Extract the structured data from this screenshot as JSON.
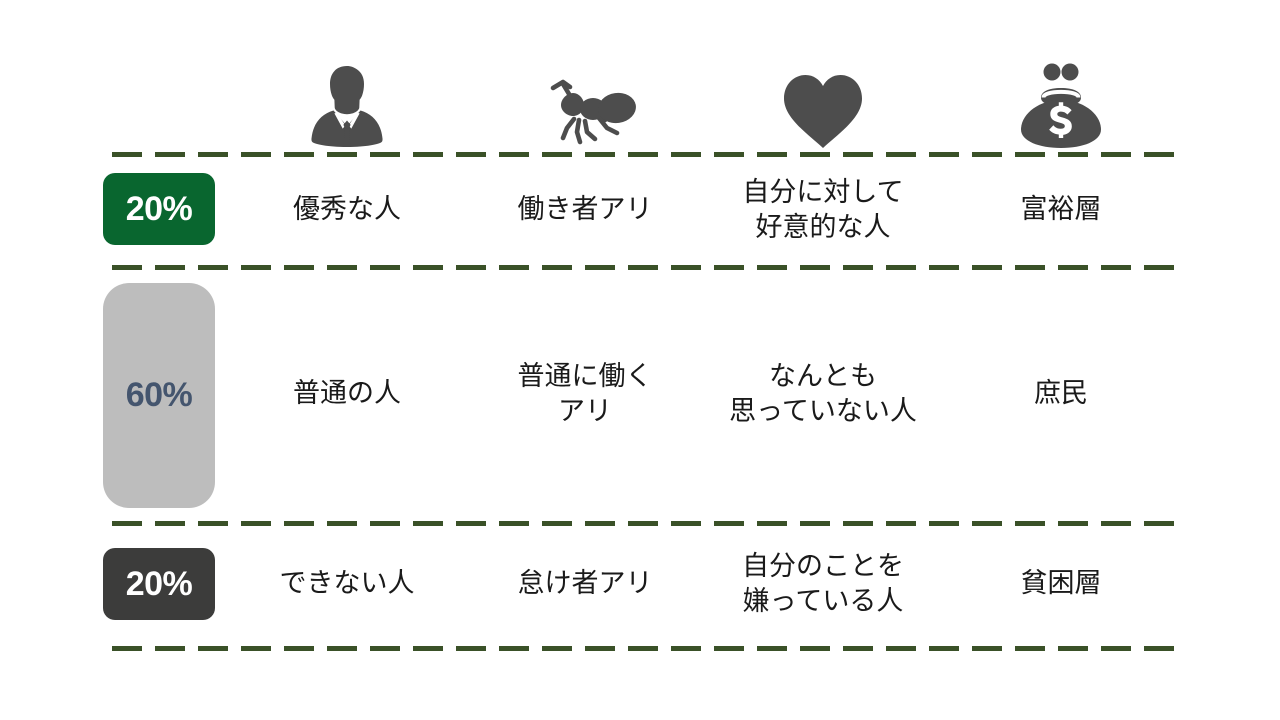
{
  "palette": {
    "background": "#ffffff",
    "rule_green": "#3a5128",
    "badge_green": "#09662f",
    "badge_gray": "#bdbdbd",
    "badge_gray_text": "#44556e",
    "badge_dark": "#3c3c3b",
    "icon_gray": "#4d4d4d",
    "text": "#1a1a1a"
  },
  "columns": [
    {
      "icon": "businessman-icon",
      "name": "people"
    },
    {
      "icon": "ant-icon",
      "name": "ants"
    },
    {
      "icon": "heart-icon",
      "name": "feelings"
    },
    {
      "icon": "money-bag-icon",
      "name": "wealth"
    }
  ],
  "rows": [
    {
      "percent": "20%",
      "tier": "top",
      "cells": [
        "優秀な人",
        "働き者アリ",
        "自分に対して\n好意的な人",
        "富裕層"
      ]
    },
    {
      "percent": "60%",
      "tier": "middle",
      "cells": [
        "普通の人",
        "普通に働く\nアリ",
        "なんとも\n思っていない人",
        "庶民"
      ]
    },
    {
      "percent": "20%",
      "tier": "bottom",
      "cells": [
        "できない人",
        "怠け者アリ",
        "自分のことを\n嫌っている人",
        "貧困層"
      ]
    }
  ]
}
